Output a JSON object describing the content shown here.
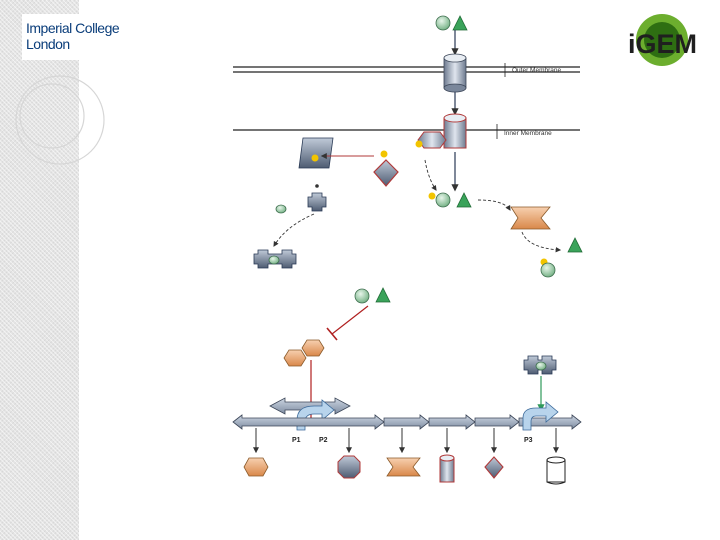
{
  "logo": {
    "line1": "Imperial College",
    "line2": "London"
  },
  "badge": {
    "text": "iGEM"
  },
  "labels": {
    "outer_membrane": "Outer Membrane",
    "inner_membrane": "Inner Membrane",
    "p1": "P1",
    "p2": "P2",
    "p3": "P3"
  },
  "colors": {
    "gray_fill": "#9aa6b8",
    "green_circle": "#8dc39a",
    "green_triangle": "#3aa35a",
    "yellow_dot": "#f2c400",
    "red_outline": "#b03a3a",
    "orange_fill": "#e39a5c",
    "green_arrow": "#2f9a5a",
    "red_inhibit": "#b02020"
  }
}
